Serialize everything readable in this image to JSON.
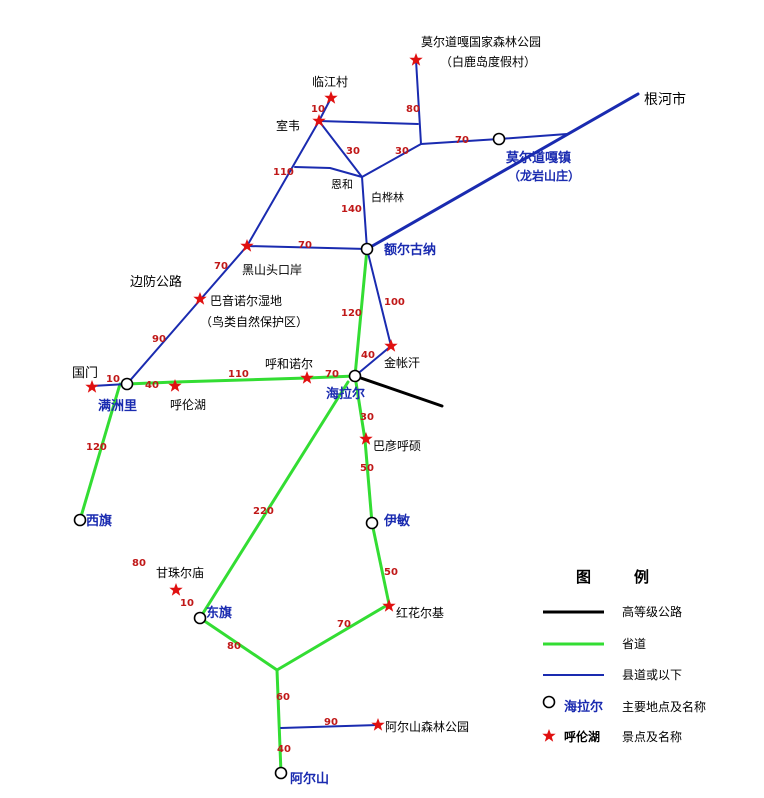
{
  "towns": {
    "mordaga": "莫尔道嘎镇",
    "mordaga_sub": "（龙岩山庄）",
    "genhe": "根河市",
    "eergun": "额尔古纳",
    "hailar": "海拉尔",
    "manzhouli": "满洲里",
    "xiqi": "西旗",
    "dongqi": "东旗",
    "yimin": "伊敏",
    "arxan": "阿尔山"
  },
  "places": {
    "mordaga_park": "莫尔道嘎国家森林公园",
    "mordaga_park_sub": "（白鹿岛度假村）",
    "linjiang": "临江村",
    "shiwei": "室韦",
    "enhe": "恩和",
    "baihualin": "白桦林",
    "heishantou": "黑山头口岸",
    "bianfang": "边防公路",
    "bayinnuoer": "巴音诺尔湿地",
    "bayinnuoer_sub": "（鸟类自然保护区）",
    "guomen": "国门",
    "hulunhu": "呼伦湖",
    "huhenuoer": "呼和诺尔",
    "jinzhangkan": "金帐汗",
    "bayanhushuo": "巴彦呼硕",
    "ganzhuer": "甘珠尔庙",
    "honghuaerji": "红花尔基",
    "arxan_park": "阿尔山森林公园"
  },
  "distances": {
    "linjiang_shiwei": "10",
    "shiwei_enhe": "30",
    "park_road": "80",
    "enhe_junction": "30",
    "junction_mordaga": "70",
    "shiwei_heishantou": "110",
    "heishantou_eergun": "70",
    "baihualin_eergun": "140",
    "heishantou_bayin": "70",
    "bayin_manzhouli": "90",
    "eergun_hailar": "120",
    "eergun_jinzhang": "100",
    "jinzhang_hailar": "40",
    "guomen_manzhouli": "10",
    "manzhouli_hulun": "40",
    "hulun_huhe": "110",
    "huhe_hailar": "70",
    "hailar_bayan": "30",
    "bayan_yimin": "50",
    "manzhouli_xiqi": "120",
    "hailar_dongqi": "220",
    "xiqi_ganzhu": "80",
    "ganzhu_dongqi": "10",
    "yimin_honghua": "50",
    "honghua_junction": "70",
    "dongqi_junction": "80",
    "junction_park": "60",
    "park_arxan_road": "90",
    "park_arxan": "40"
  },
  "legend": {
    "title_left": "图",
    "title_right": "例",
    "highway": "高等级公路",
    "provincial": "省道",
    "county": "县道或以下",
    "node_sample": "海拉尔",
    "node_desc": "主要地点及名称",
    "spot_sample": "呼伦湖",
    "spot_desc": "景点及名称"
  },
  "colors": {
    "highway": "#000000",
    "provincial": "#33dd33",
    "county": "#1a2bb0",
    "distance": "#c01818",
    "scenic": "#e01010"
  },
  "icons": {
    "town": "circle-node-icon",
    "scenic": "red-star-icon"
  }
}
